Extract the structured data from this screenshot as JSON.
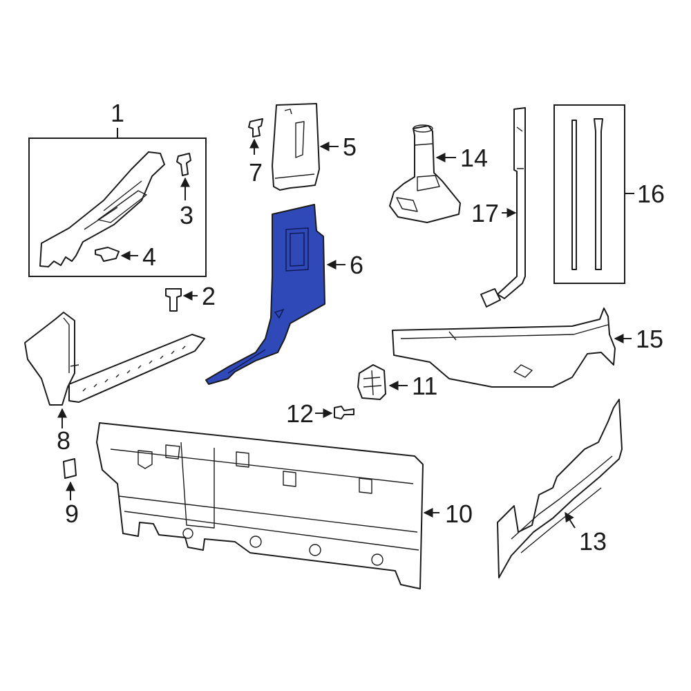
{
  "diagram": {
    "highlight_color": "#2f49b8",
    "line_color": "#1a1a1a",
    "callouts": {
      "c1": "1",
      "c2": "2",
      "c3": "3",
      "c4": "4",
      "c5": "5",
      "c6": "6",
      "c7": "7",
      "c8": "8",
      "c9": "9",
      "c10": "10",
      "c11": "11",
      "c12": "12",
      "c13": "13",
      "c14": "14",
      "c15": "15",
      "c16": "16",
      "c17": "17"
    },
    "highlighted_part": "6"
  }
}
